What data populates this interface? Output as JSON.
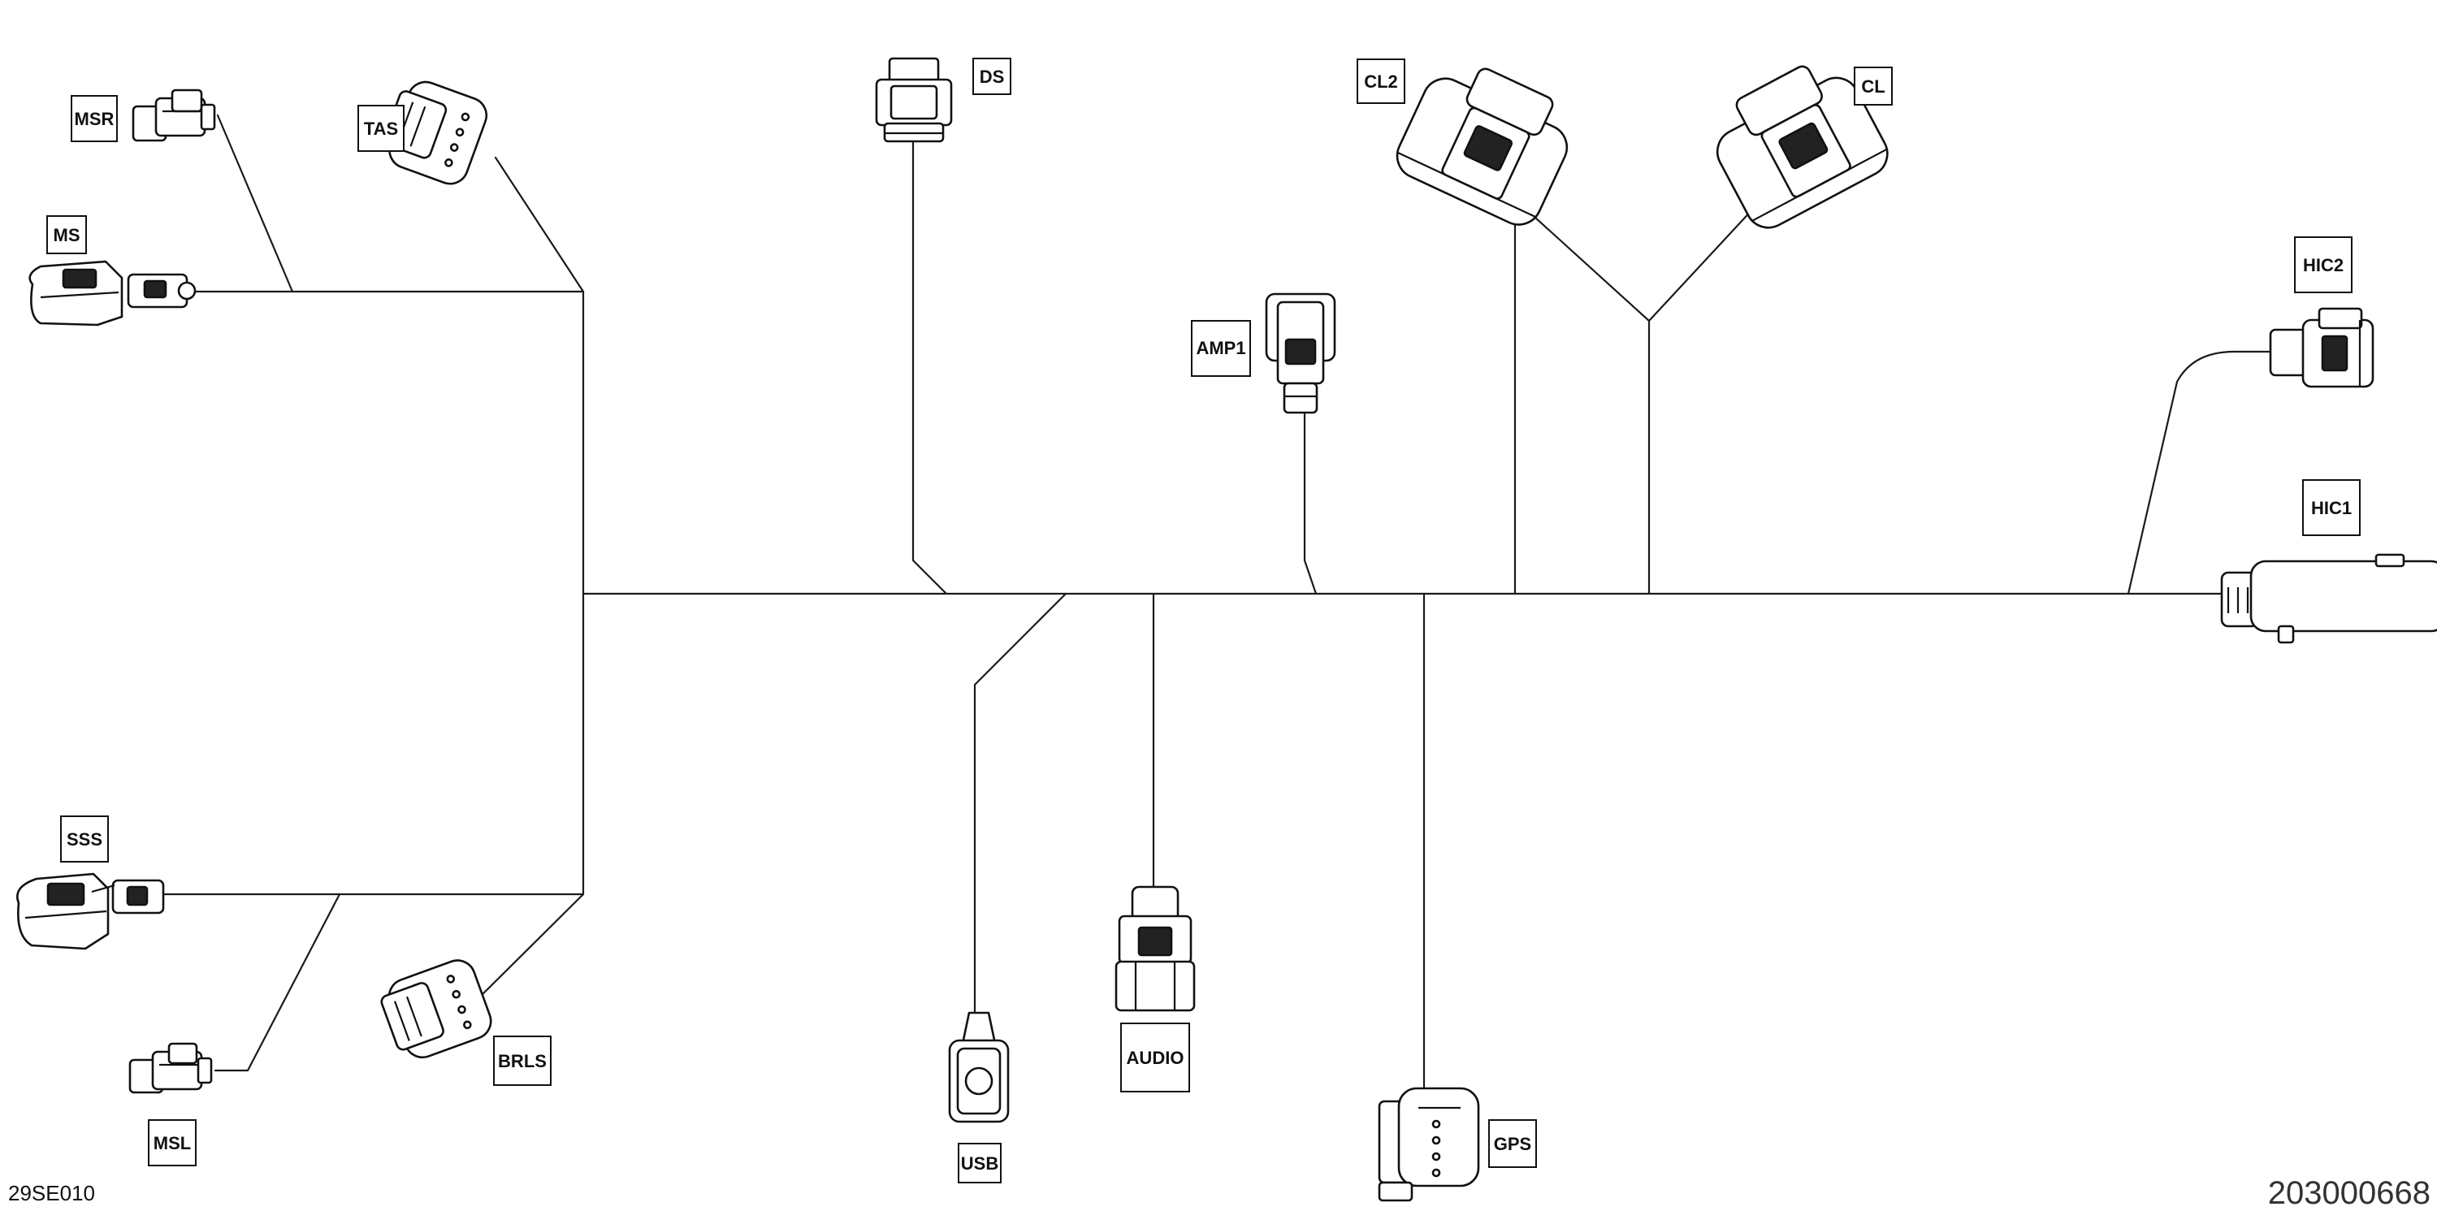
{
  "diagram_id": "29SE010",
  "part_number": "203000668",
  "connectors": {
    "msr": "MSR",
    "tas": "TAS",
    "ms": "MS",
    "ds": "DS",
    "cl2": "CL2",
    "cl": "CL",
    "amp1": "AMP1",
    "hic2": "HIC2",
    "hic1": "HIC1",
    "sss": "SSS",
    "msl": "MSL",
    "brls": "BRLS",
    "usb": "USB",
    "audio": "AUDIO",
    "gps": "GPS"
  }
}
